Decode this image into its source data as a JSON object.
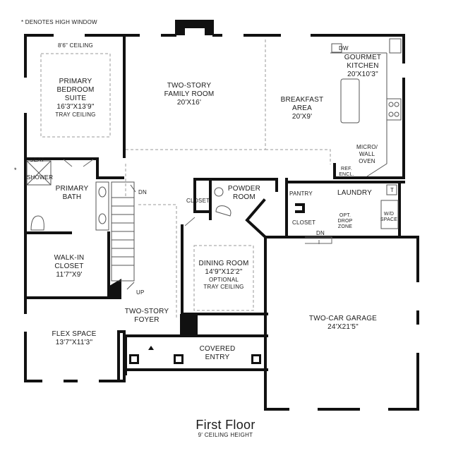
{
  "header_note": "DENOTES HIGH WINDOW",
  "high_window_marker": "*",
  "title": "First Floor",
  "subtitle": "9' CEILING HEIGHT",
  "rooms": {
    "bedroom_ceiling": "8'6\" CEILING",
    "primary_bedroom": {
      "l1": "PRIMARY",
      "l2": "BEDROOM",
      "l3": "SUITE",
      "size": "16'3\"X13'9\"",
      "note": "TRAY CEILING"
    },
    "family_room": {
      "l1": "TWO-STORY",
      "l2": "FAMILY ROOM",
      "size": "20'X16'"
    },
    "breakfast": {
      "l1": "BREAKFAST",
      "l2": "AREA",
      "size": "20'X9'"
    },
    "kitchen": {
      "l1": "GOURMET",
      "l2": "KITCHEN",
      "size": "20'X10'3\""
    },
    "dw": "DW",
    "micro": {
      "l1": "MICRO/",
      "l2": "WALL",
      "l3": "OVEN"
    },
    "ref": {
      "l1": "REF.",
      "l2": "ENCL."
    },
    "seat": "SEAT",
    "shower": "SHOWER",
    "primary_bath": {
      "l1": "PRIMARY",
      "l2": "BATH"
    },
    "dn_stair": "DN",
    "up_stair": "UP",
    "closet_left": "CLOSET",
    "powder": {
      "l1": "POWDER",
      "l2": "ROOM"
    },
    "pantry": "PANTRY",
    "laundry": "LAUNDRY",
    "t_mark": "T",
    "closet_right": "CLOSET",
    "drop_zone": {
      "l1": "OPT.",
      "l2": "DROP",
      "l3": "ZONE"
    },
    "wd_space": {
      "l1": "W/D",
      "l2": "SPACE"
    },
    "dn_garage": "DN",
    "walkin": {
      "l1": "WALK-IN",
      "l2": "CLOSET",
      "size": "11'7\"X9'"
    },
    "dining": {
      "l1": "DINING ROOM",
      "size": "14'9\"X12'2\"",
      "n1": "OPTIONAL",
      "n2": "TRAY CEILING"
    },
    "garage": {
      "l1": "TWO-CAR GARAGE",
      "size": "24'X21'5\""
    },
    "foyer": {
      "l1": "TWO-STORY",
      "l2": "FOYER"
    },
    "flex": {
      "l1": "FLEX SPACE",
      "size": "13'7\"X11'3\""
    },
    "covered_entry": {
      "l1": "COVERED",
      "l2": "ENTRY"
    }
  }
}
